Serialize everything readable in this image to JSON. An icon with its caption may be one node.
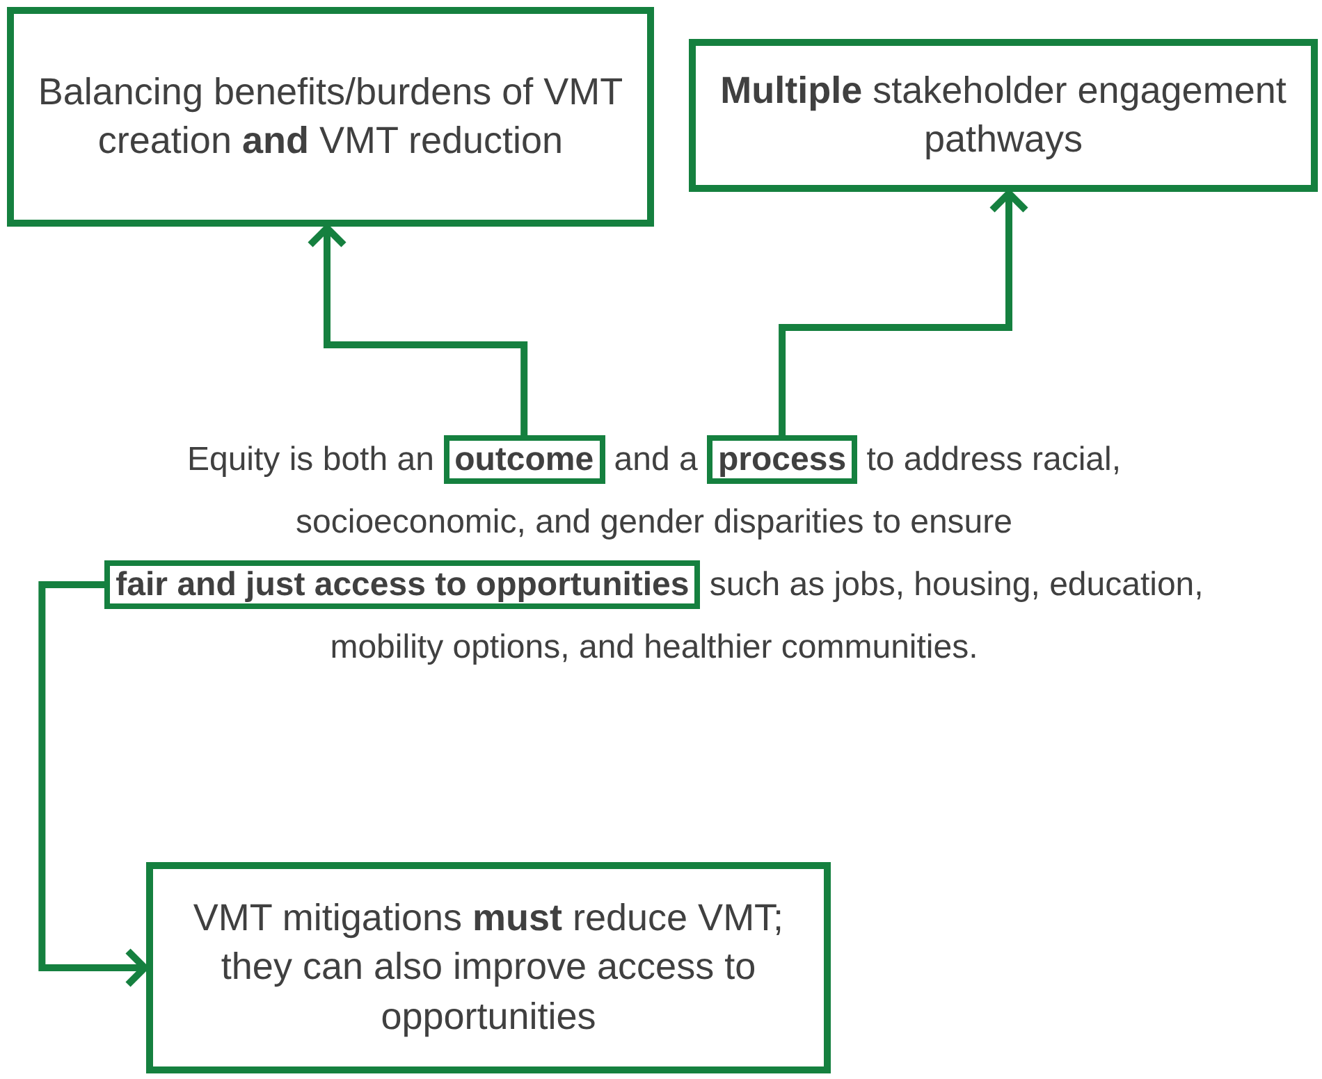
{
  "diagram": {
    "nodes": [
      {
        "text": [
          "Balancing benefits/burdens of VMT creation **and** VMT reduction"
        ]
      },
      {
        "text": [
          "**Multiple** stakeholder engagement pathways"
        ]
      },
      {
        "text": [
          "outcome"
        ]
      },
      {
        "text": [
          "process"
        ]
      },
      {
        "text": [
          "fair and just access to opportunities"
        ]
      },
      {
        "text": [
          "VMT mitigations **must** reduce VMT; they can also improve access to opportunities"
        ]
      }
    ],
    "edges": [
      {
        "from": 2,
        "to": 0,
        "arrow": "to"
      },
      {
        "from": 3,
        "to": 1,
        "arrow": "to"
      },
      {
        "from": 4,
        "to": 5,
        "arrow": "to"
      }
    ],
    "labels": [
      "Equity is both an",
      "and a",
      "to address racial, socioeconomic, and gender disparities to ensure",
      "such as jobs, housing, education, mobility options, and healthier communities."
    ]
  }
}
